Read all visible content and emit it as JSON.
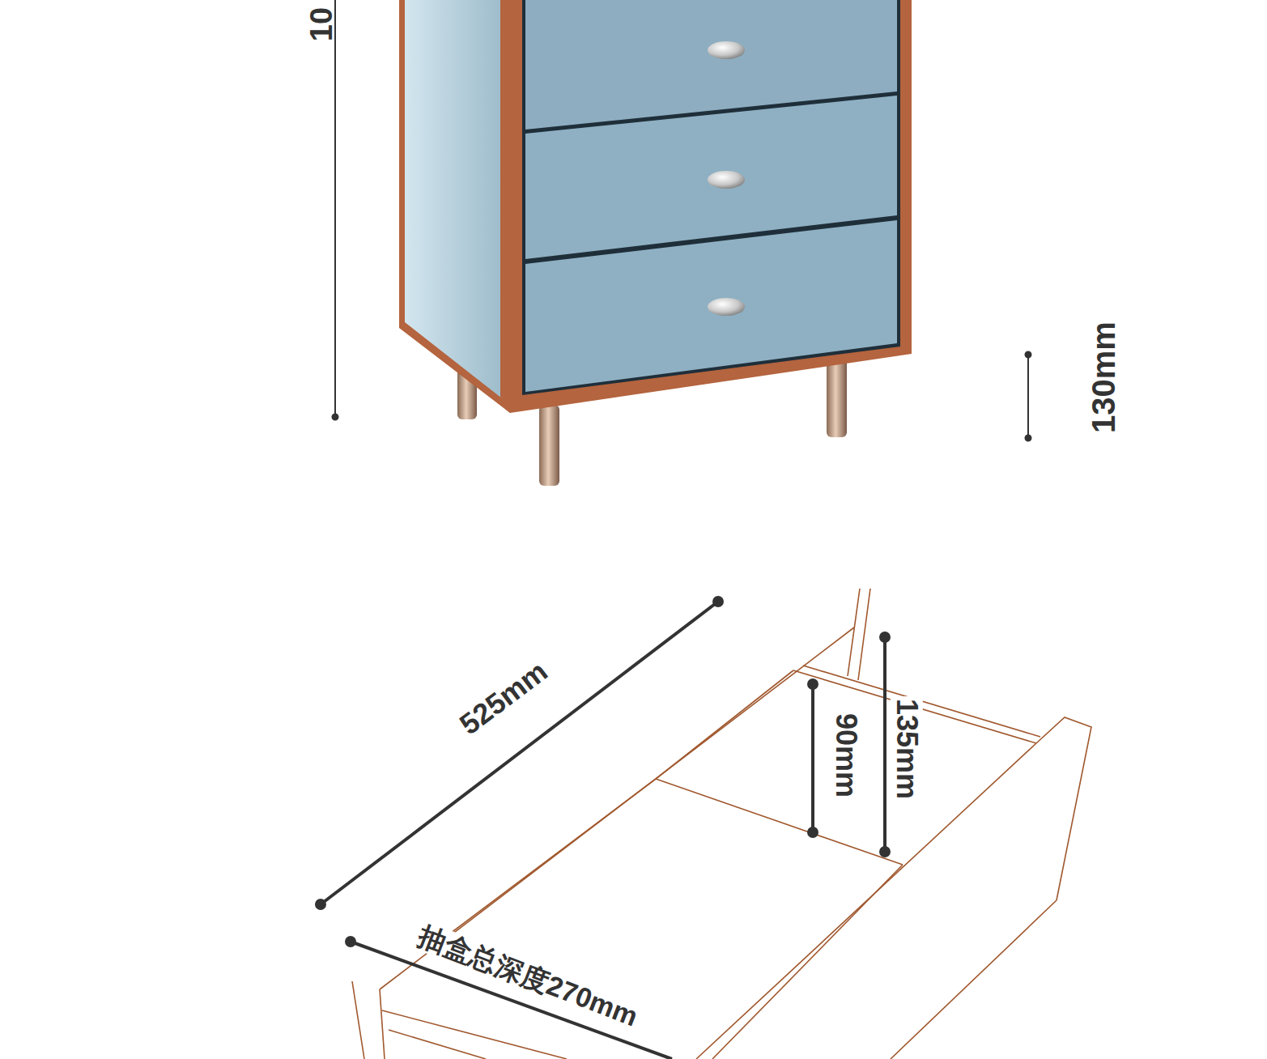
{
  "diagram": {
    "labels": [
      "10",
      "130mm",
      "525mm",
      "90mm",
      "135mm",
      "抽盒总深度270mm"
    ]
  }
}
